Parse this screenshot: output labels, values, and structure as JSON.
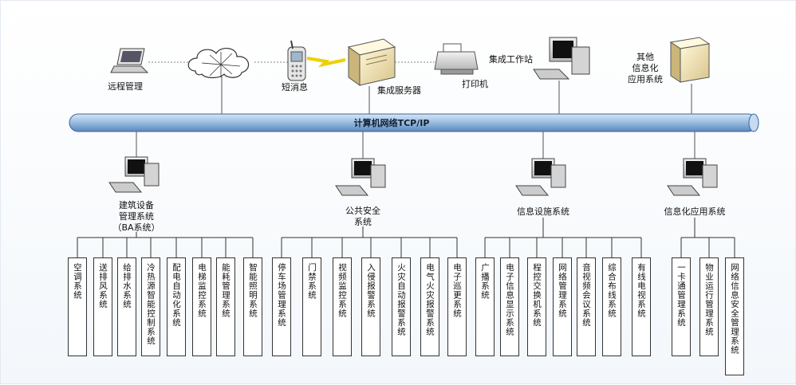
{
  "network": {
    "bus_label": "计算机网络TCP/IP"
  },
  "top_nodes": {
    "remote": "远程管理",
    "sms": "短消息",
    "server": "集成服务器",
    "printer": "打印机",
    "workstation": "集成工作站",
    "other_line1": "其他",
    "other_line2": "信息化",
    "other_line3": "应用系统"
  },
  "groups": [
    {
      "title_lines": [
        "建筑设备",
        "管理系统",
        "（BA系统）"
      ],
      "items": [
        "空调系统",
        "送排风系统",
        "给排水系统",
        "冷热源智能控制系统",
        "配电自动化系统",
        "电梯监控系统",
        "能耗管理系统",
        "智能照明系统"
      ]
    },
    {
      "title_lines": [
        "公共安全",
        "系统"
      ],
      "items": [
        "停车场管理系统",
        "门禁系统",
        "视频监控系统",
        "入侵报警系统",
        "火灾自动报警系统",
        "电气火灾报警系统",
        "电子巡更系统"
      ]
    },
    {
      "title_lines": [
        "信息设施系统"
      ],
      "items": [
        "广播系统",
        "电子信息显示系统",
        "程控交换机系统",
        "网络管理系统",
        "音视频会议系统",
        "综合布线系统",
        "有线电视系统"
      ]
    },
    {
      "title_lines": [
        "信息化应用系统"
      ],
      "items": [
        "一卡通管理系统",
        "物业运行管理系统",
        "网络信息安全管理系统"
      ]
    }
  ]
}
